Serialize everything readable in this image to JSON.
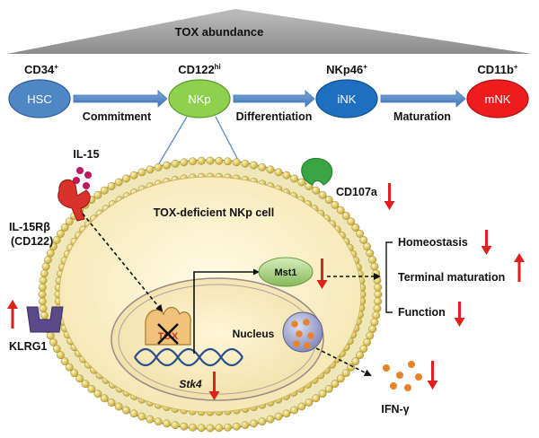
{
  "header": {
    "title": "TOX abundance"
  },
  "stages": [
    {
      "marker": "CD34",
      "sup": "+",
      "cell": "HSC",
      "color": "#4f86c6"
    },
    {
      "marker": "CD122",
      "sup": "hi",
      "cell": "NKp",
      "color": "#8fd14f"
    },
    {
      "marker": "NKp46",
      "sup": "+",
      "cell": "iNK",
      "color": "#1f6fc0"
    },
    {
      "marker": "CD11b",
      "sup": "+",
      "cell": "mNK",
      "color": "#ee1c1c"
    }
  ],
  "transitions": [
    "Commitment",
    "Differentiation",
    "Maturation"
  ],
  "cell": {
    "title": "TOX-deficient NKp cell",
    "nucleus": "Nucleus",
    "gene": "Stk4",
    "protein": "Mst1",
    "tox": "TOX"
  },
  "labels": {
    "il15": "IL-15",
    "il15r": "IL-15Rβ",
    "cd122": "(CD122)",
    "klrg1": "KLRG1",
    "cd107a": "CD107a",
    "ifng": "IFN-γ"
  },
  "outcomes": [
    "Homeostasis",
    "Terminal maturation",
    "Function"
  ],
  "colors": {
    "arrow_red": "#e0201b",
    "flow_blue": "#5b8ccc",
    "membrane": "#a5c842"
  }
}
